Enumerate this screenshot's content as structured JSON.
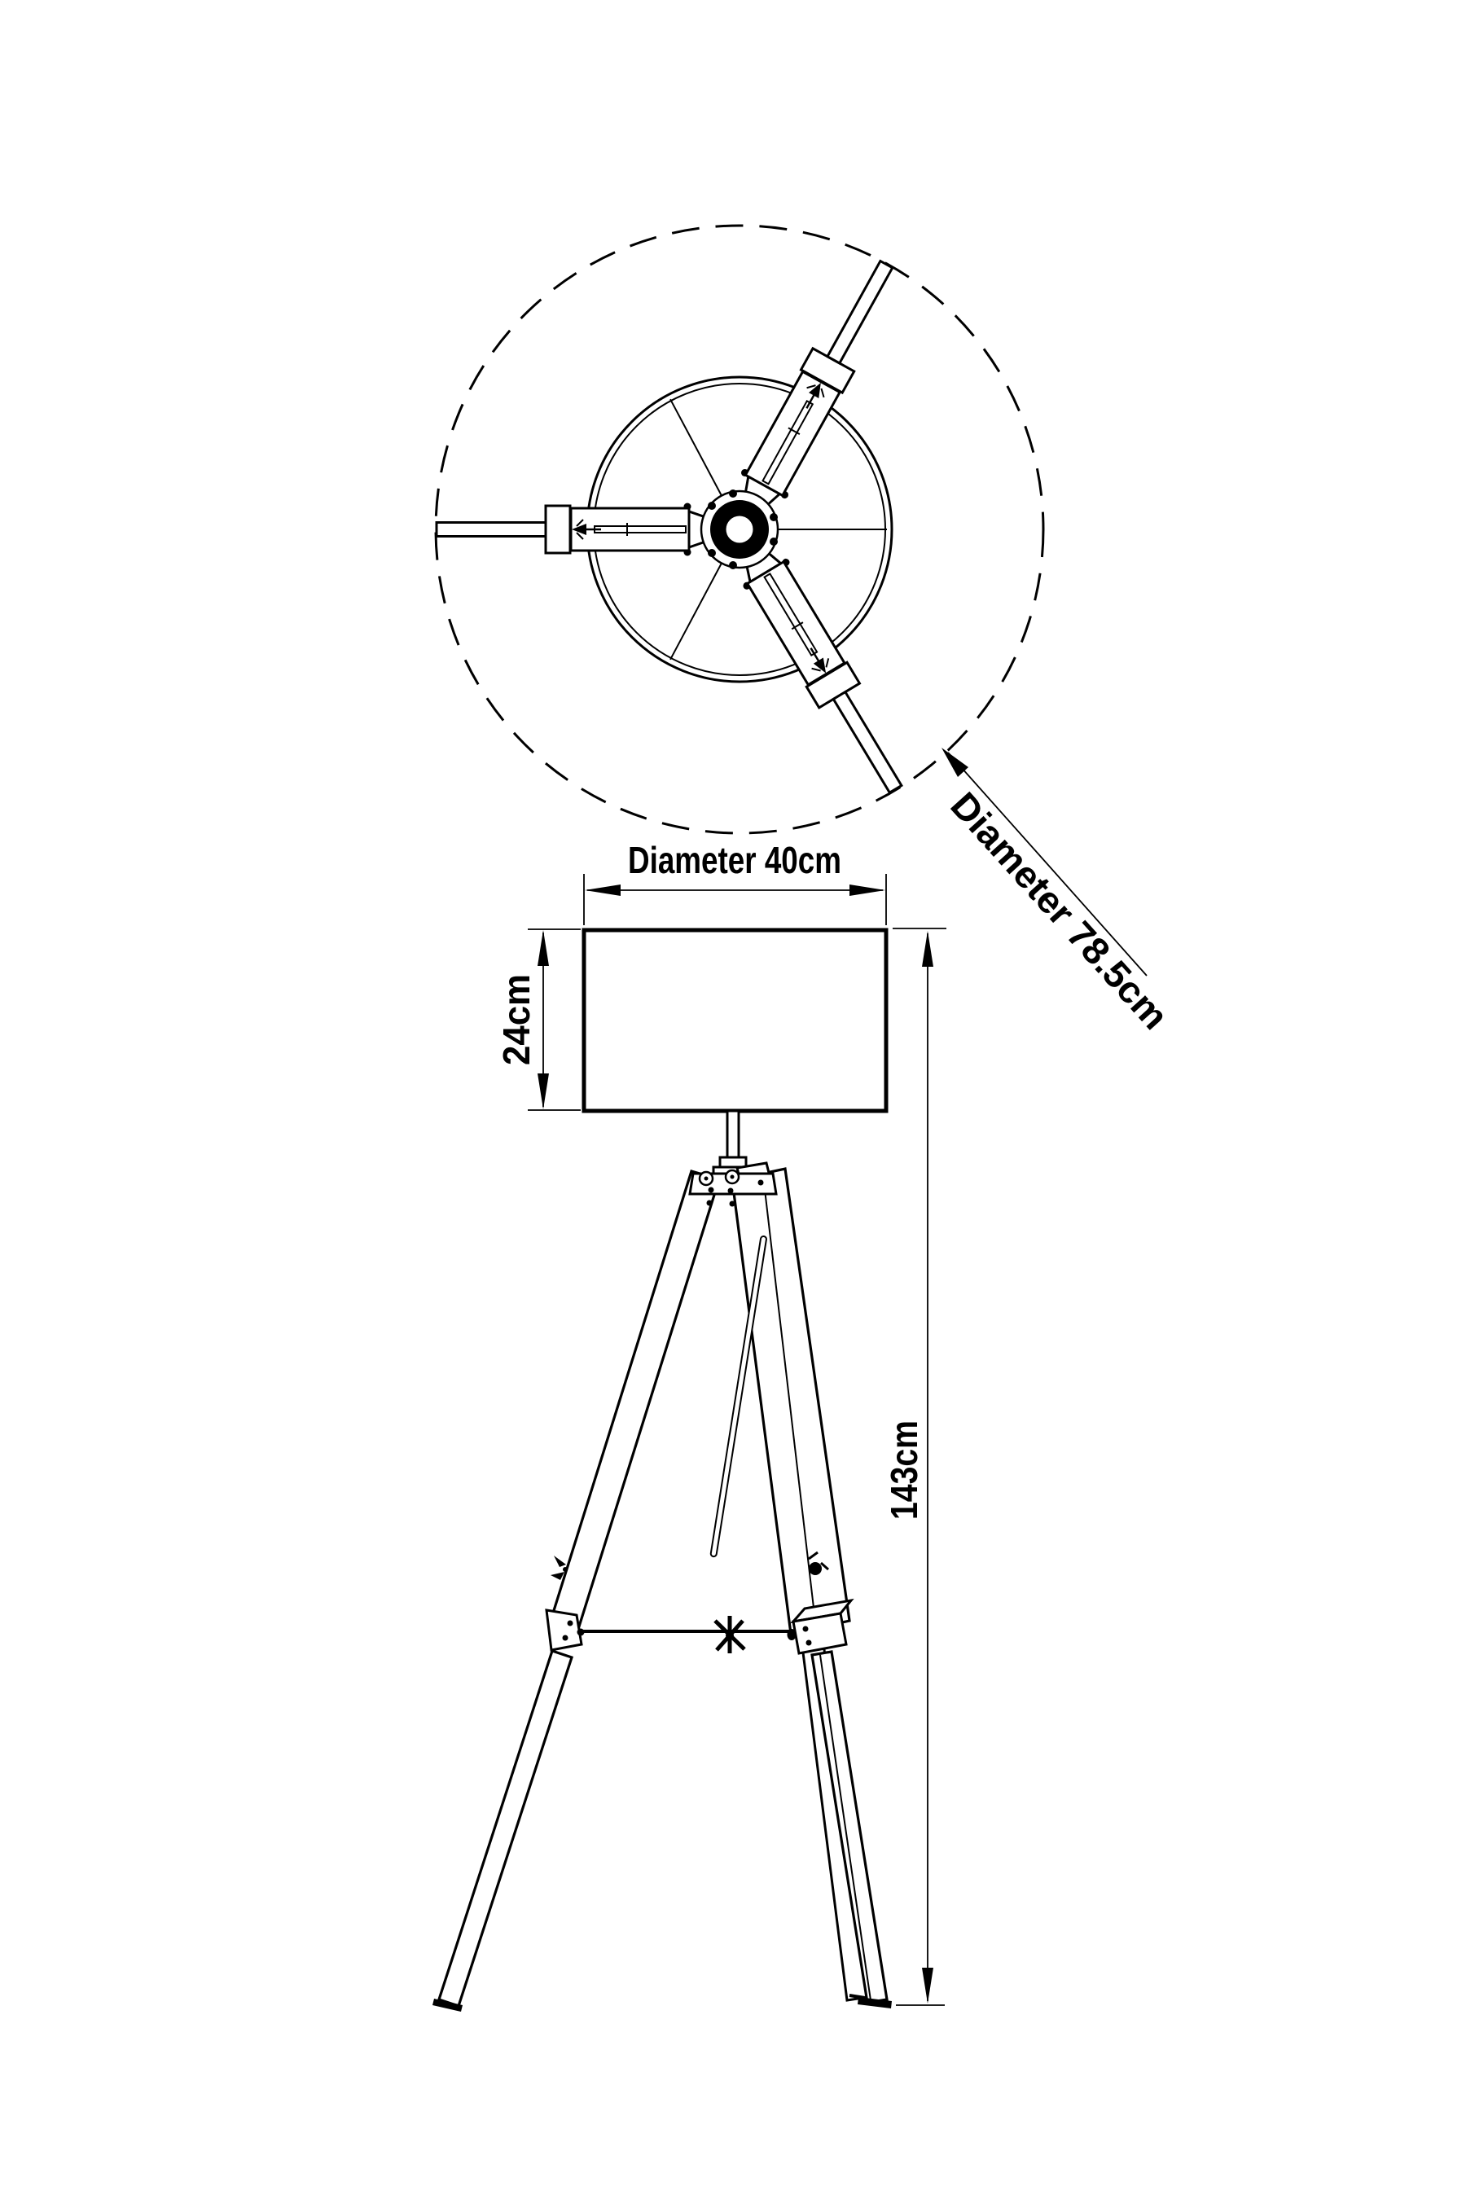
{
  "drawing": {
    "top_view": {
      "footprint_diameter_label": "Diameter 78.5cm"
    },
    "front_view": {
      "shade_diameter_label": "Diameter 40cm",
      "shade_height_label": "24cm",
      "total_height_label": "143cm"
    },
    "colors": {
      "ink": "#000000",
      "paper": "#ffffff"
    }
  }
}
